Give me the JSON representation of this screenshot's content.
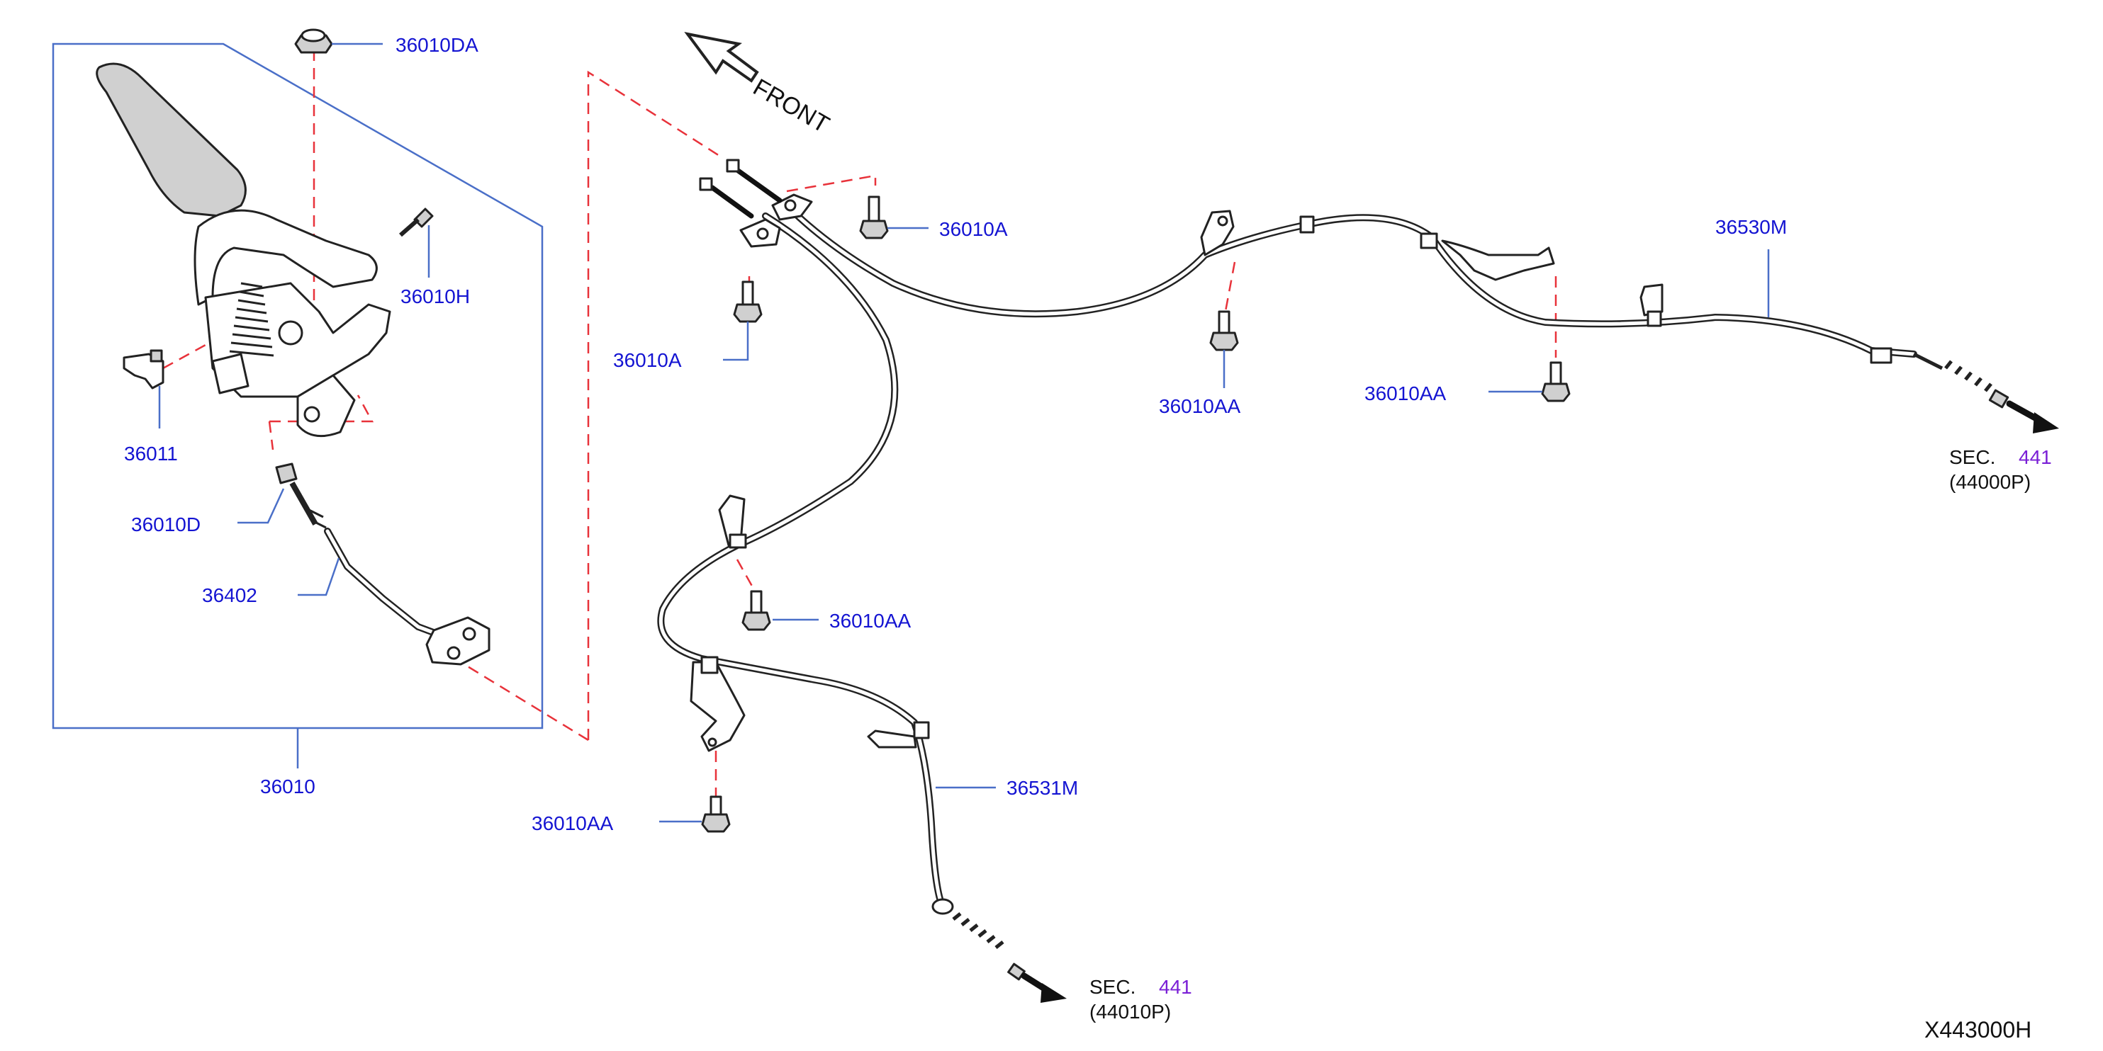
{
  "diagram_code": "X443000H",
  "front_label": "FRONT",
  "labels": {
    "p36010": "36010",
    "p36010DA": "36010DA",
    "p36010H": "36010H",
    "p36011": "36011",
    "p36010D": "36010D",
    "p36402": "36402",
    "p36010A_top": "36010A",
    "p36010A_left": "36010A",
    "p36010AA_mid": "36010AA",
    "p36010AA_right": "36010AA",
    "p36010AA_center": "36010AA",
    "p36010AA_bottom": "36010AA",
    "p36530M": "36530M",
    "p36531M": "36531M"
  },
  "section_refs": [
    {
      "prefix": "SEC.",
      "number": "441",
      "subpart": "(44000P)"
    },
    {
      "prefix": "SEC.",
      "number": "441",
      "subpart": "(44010P)"
    }
  ],
  "colors": {
    "label_blue": "#1414d2",
    "leader_blue": "#4a6fc8",
    "dash_red": "#e8323a",
    "link_purple": "#7a1fd6"
  }
}
